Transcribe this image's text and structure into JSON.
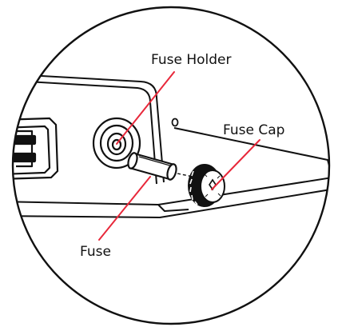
{
  "labels": {
    "fuse_holder": "Fuse Holder",
    "fuse_cap": "Fuse Cap",
    "fuse": "Fuse"
  },
  "colors": {
    "line_art": "#111111",
    "callout_leader": "#e8283a",
    "background": "#ffffff"
  }
}
